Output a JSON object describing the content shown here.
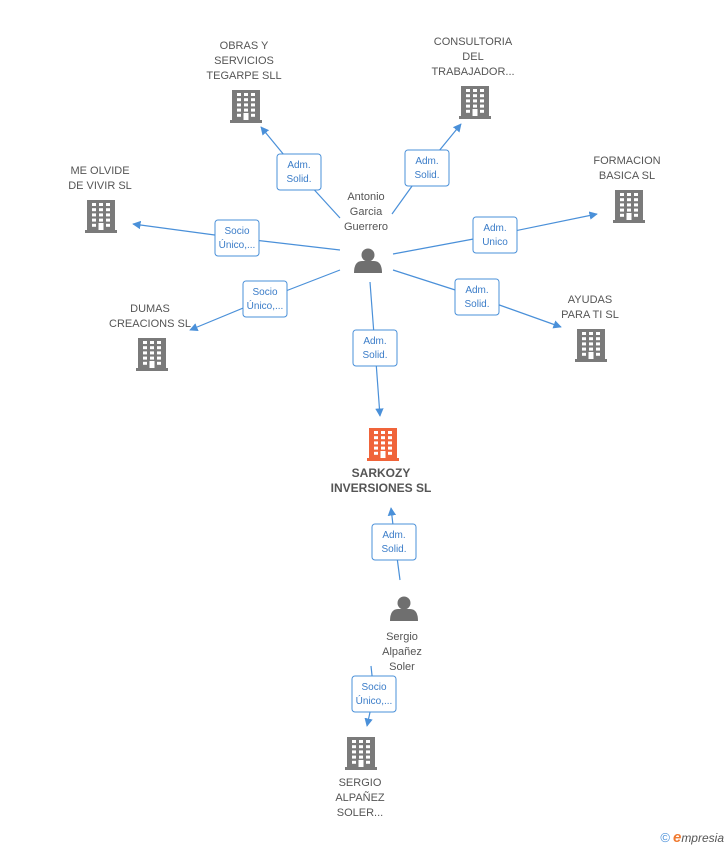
{
  "colors": {
    "building": "#7a7a7a",
    "building_focus": "#f0643a",
    "person": "#6f6f6f",
    "edge": "#4a90d9",
    "badge_text": "#3a7cc8"
  },
  "nodes": [
    {
      "id": "obras",
      "type": "company",
      "lines": [
        "OBRAS Y",
        "SERVICIOS",
        "TEGARPE SLL"
      ]
    },
    {
      "id": "consultoria",
      "type": "company",
      "lines": [
        "CONSULTORIA",
        "DEL",
        "TRABAJADOR..."
      ]
    },
    {
      "id": "meolvide",
      "type": "company",
      "lines": [
        "ME OLVIDE",
        "DE VIVIR  SL"
      ]
    },
    {
      "id": "formacion",
      "type": "company",
      "lines": [
        "FORMACION",
        "BASICA SL"
      ]
    },
    {
      "id": "dumas",
      "type": "company",
      "lines": [
        "DUMAS",
        "CREACIONS SL"
      ]
    },
    {
      "id": "ayudas",
      "type": "company",
      "lines": [
        "AYUDAS",
        "PARA TI SL"
      ]
    },
    {
      "id": "antonio",
      "type": "person",
      "lines": [
        "Antonio",
        "Garcia",
        "Guerrero"
      ]
    },
    {
      "id": "sarkozy",
      "type": "focus",
      "lines": [
        "SARKOZY",
        "INVERSIONES SL"
      ]
    },
    {
      "id": "sergio",
      "type": "person",
      "lines": [
        "Sergio",
        "Alpañez",
        "Soler"
      ]
    },
    {
      "id": "sergiosl",
      "type": "company",
      "lines": [
        "SERGIO",
        "ALPAÑEZ",
        "SOLER..."
      ]
    }
  ],
  "edges": [
    {
      "from": "antonio",
      "to": "obras",
      "label": [
        "Adm.",
        "Solid."
      ]
    },
    {
      "from": "antonio",
      "to": "consultoria",
      "label": [
        "Adm.",
        "Solid."
      ]
    },
    {
      "from": "antonio",
      "to": "meolvide",
      "label": [
        "Socio",
        "Único,..."
      ]
    },
    {
      "from": "antonio",
      "to": "formacion",
      "label": [
        "Adm.",
        "Unico"
      ]
    },
    {
      "from": "antonio",
      "to": "dumas",
      "label": [
        "Socio",
        "Único,..."
      ]
    },
    {
      "from": "antonio",
      "to": "ayudas",
      "label": [
        "Adm.",
        "Solid."
      ]
    },
    {
      "from": "antonio",
      "to": "sarkozy",
      "label": [
        "Adm.",
        "Solid."
      ]
    },
    {
      "from": "sergio",
      "to": "sarkozy",
      "label": [
        "Adm.",
        "Solid."
      ]
    },
    {
      "from": "sergio",
      "to": "sergiosl",
      "label": [
        "Socio",
        "Único,..."
      ]
    }
  ],
  "brand": {
    "copyright": "©",
    "initial": "e",
    "rest": "mpresia"
  }
}
